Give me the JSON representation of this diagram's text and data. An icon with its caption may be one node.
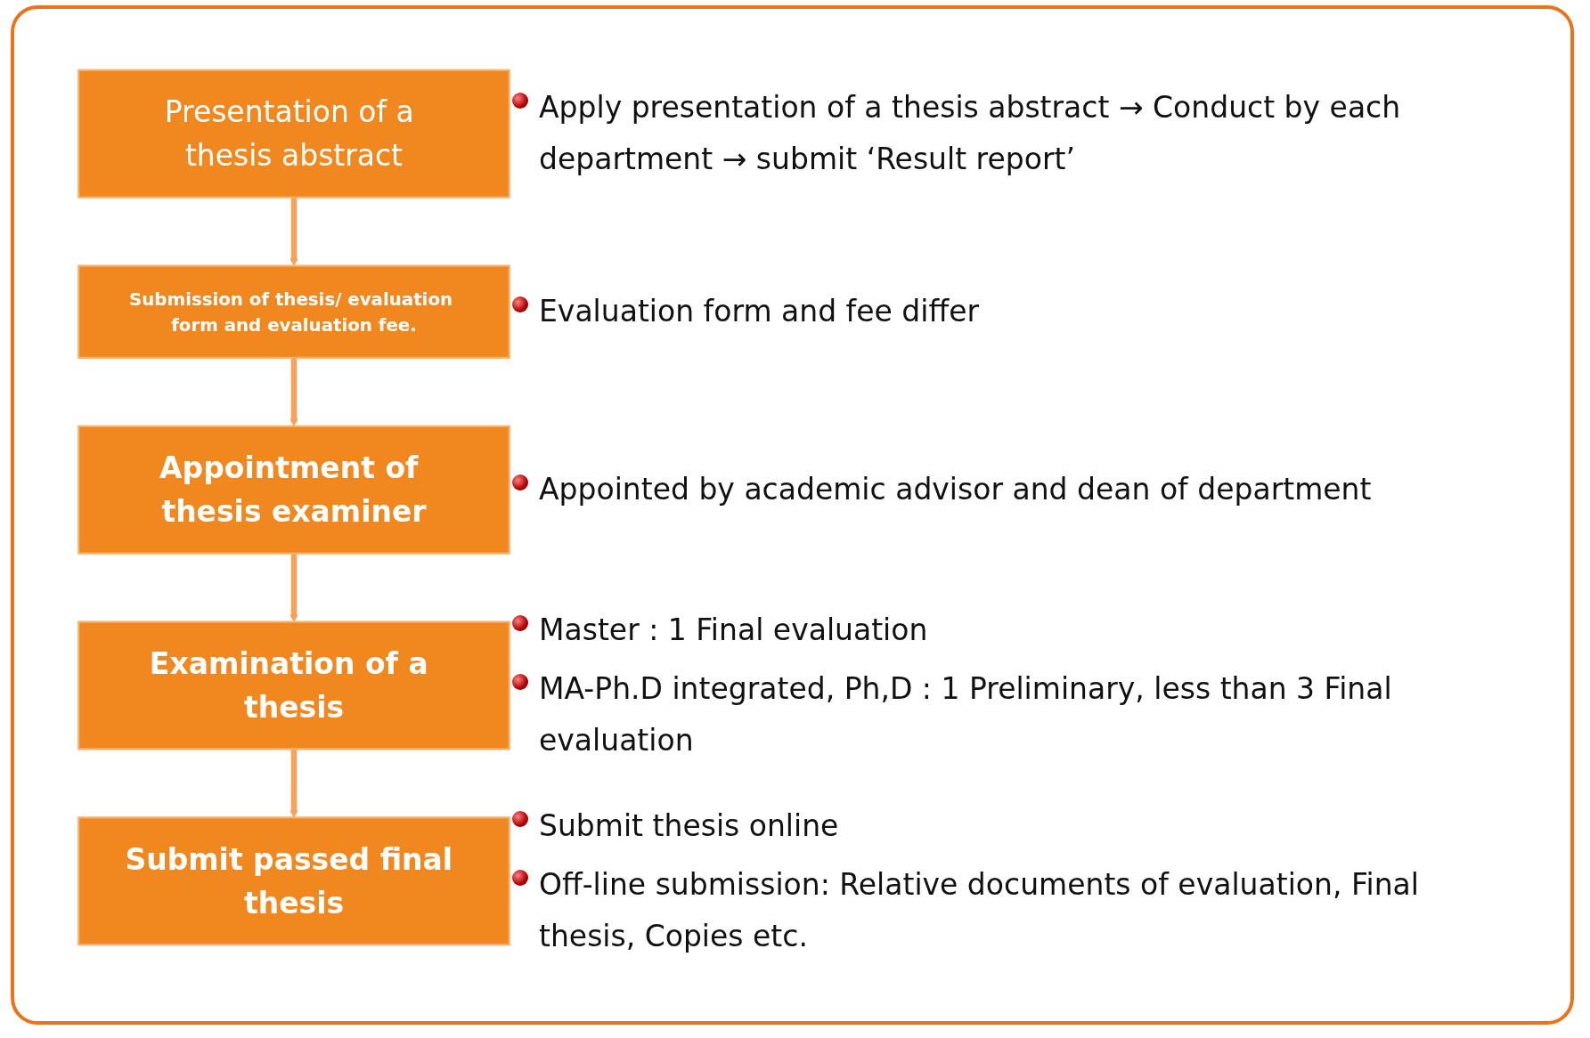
{
  "diagram": {
    "nodes": [
      {
        "text": [
          "Presentation of a thesis abstract"
        ],
        "beside": [
          "Apply presentation of a thesis abstract → Conduct by each department → submit ‘Result report’"
        ]
      },
      {
        "text": [
          "Submission of thesis/ evaluation form and evaluation fee."
        ],
        "beside": [
          "Evaluation form and fee differ"
        ]
      },
      {
        "text": [
          "Appointment of thesis examiner"
        ],
        "beside": [
          "Appointed by academic advisor and dean of department"
        ]
      },
      {
        "text": [
          "Examination of a thesis"
        ],
        "beside": [
          "Master : 1 Final evaluation",
          "MA-Ph.D integrated, Ph,D : 1 Preliminary, less than 3 Final evaluation"
        ]
      },
      {
        "text": [
          "Submit passed final thesis"
        ],
        "beside": [
          "Submit thesis online",
          "Off-line submission: Relative documents of evaluation, Final thesis, Copies etc."
        ]
      }
    ],
    "edges": [
      {
        "from": 0,
        "to": 1,
        "arrow": "to"
      },
      {
        "from": 1,
        "to": 2,
        "arrow": "to"
      },
      {
        "from": 2,
        "to": 3,
        "arrow": "to"
      },
      {
        "from": 3,
        "to": 4,
        "arrow": "to"
      }
    ]
  }
}
